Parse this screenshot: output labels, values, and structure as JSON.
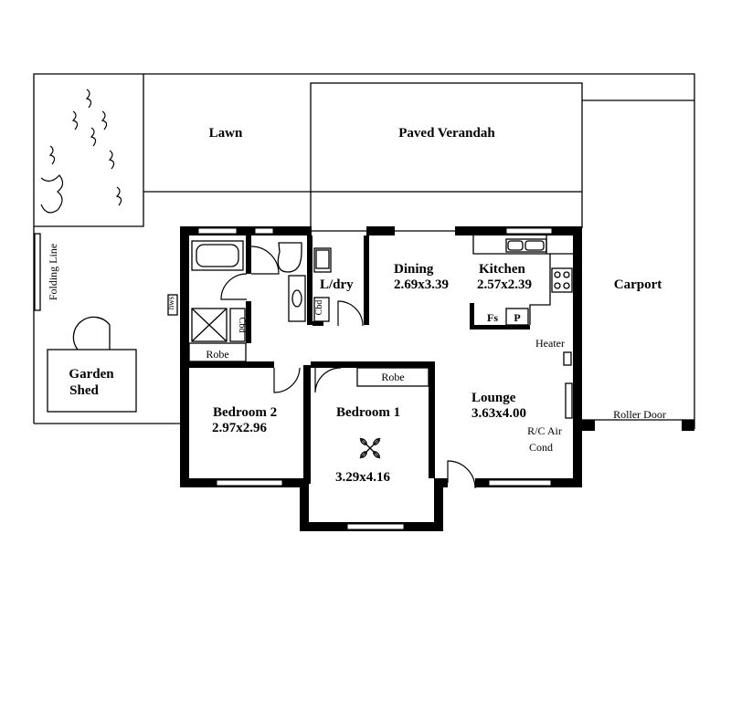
{
  "plan": {
    "lawn": "Lawn",
    "verandah": "Paved Verandah",
    "carport": "Carport",
    "roller_door": "Roller Door",
    "folding_line": "Folding Line",
    "hws": "hws",
    "garden_shed_line1": "Garden",
    "garden_shed_line2": "Shed",
    "dining": "Dining",
    "dining_size": "2.69x3.39",
    "kitchen": "Kitchen",
    "kitchen_size": "2.57x2.39",
    "laundry": "L/dry",
    "laundry_cbd": "Cbd",
    "bath_cbd": "Cbd",
    "fs": "Fs",
    "pantry": "P",
    "heater": "Heater",
    "lounge": "Lounge",
    "lounge_size": "3.63x4.00",
    "aircond_line1": "R/C Air",
    "aircond_line2": "Cond",
    "bed2": "Bedroom 2",
    "bed2_size": "2.97x2.96",
    "robe_bed2": "Robe",
    "bed1": "Bedroom 1",
    "bed1_size": "3.29x4.16",
    "robe_bed1": "Robe"
  }
}
